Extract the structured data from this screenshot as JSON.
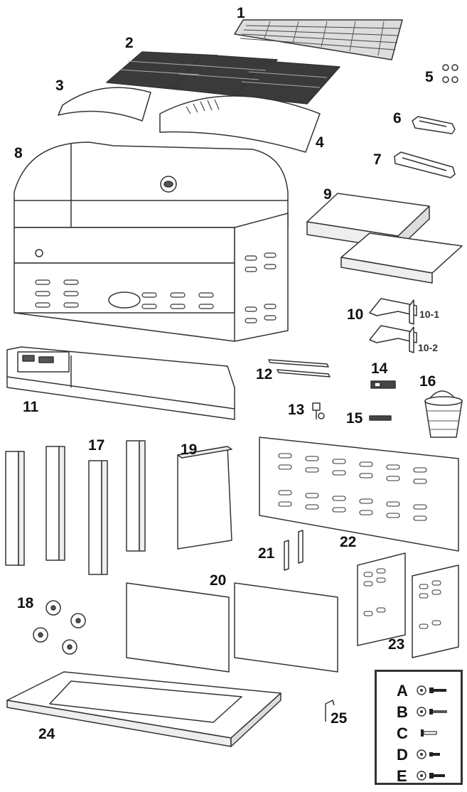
{
  "labels": {
    "p1": "1",
    "p2": "2",
    "p3": "3",
    "p4": "4",
    "p5": "5",
    "p6": "6",
    "p7": "7",
    "p8": "8",
    "p9": "9",
    "p10": "10",
    "p10_1": "10-1",
    "p10_2": "10-2",
    "p11": "11",
    "p12": "12",
    "p13": "13",
    "p14": "14",
    "p15": "15",
    "p16": "16",
    "p17": "17",
    "p18": "18",
    "p19": "19",
    "p20": "20",
    "p21": "21",
    "p22": "22",
    "p23": "23",
    "p24": "24",
    "p25": "25"
  },
  "legend": {
    "items": [
      {
        "letter": "A",
        "icon": "washer-short-bolt-icon"
      },
      {
        "letter": "B",
        "icon": "washer-long-screw-icon"
      },
      {
        "letter": "C",
        "icon": "pin-icon"
      },
      {
        "letter": "D",
        "icon": "washer-small-bolt-icon"
      },
      {
        "letter": "E",
        "icon": "washer-short-bolt-icon"
      }
    ]
  },
  "colors": {
    "line": "#333333",
    "grate": "#3a3a3a",
    "fill": "#ffffff",
    "shade": "#e6e6e6"
  }
}
